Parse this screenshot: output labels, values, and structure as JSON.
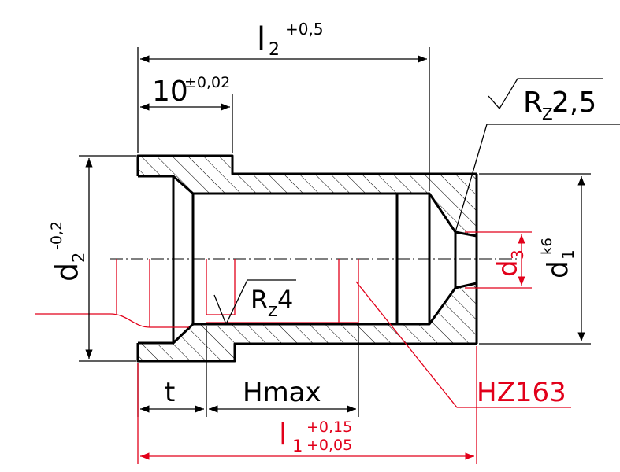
{
  "labels": {
    "l2_main": "l",
    "l2_sub": "2",
    "l2_tol": "+0,5",
    "ten_main": "10",
    "ten_tol": "±0,02",
    "rz25_r": "R",
    "rz25_sub": "Z",
    "rz25_val": "2,5",
    "d2_main": "d",
    "d2_sub": "2",
    "d2_tol": "-0,2",
    "rz4_r": "R",
    "rz4_sub": "Z",
    "rz4_val": "4",
    "d3_main": "d",
    "d3_sub": "3",
    "d1_main": "d",
    "d1_sub": "1",
    "d1_tol": "k6",
    "part_code": "HZ163",
    "t": "t",
    "hmax": "Hmax",
    "l1_main": "l",
    "l1_sub": "1",
    "l1_tol_upper": "+0,15",
    "l1_tol_lower": "+0,05"
  },
  "colors": {
    "line": "#000000",
    "accent": "#e2001a",
    "background": "#ffffff"
  }
}
